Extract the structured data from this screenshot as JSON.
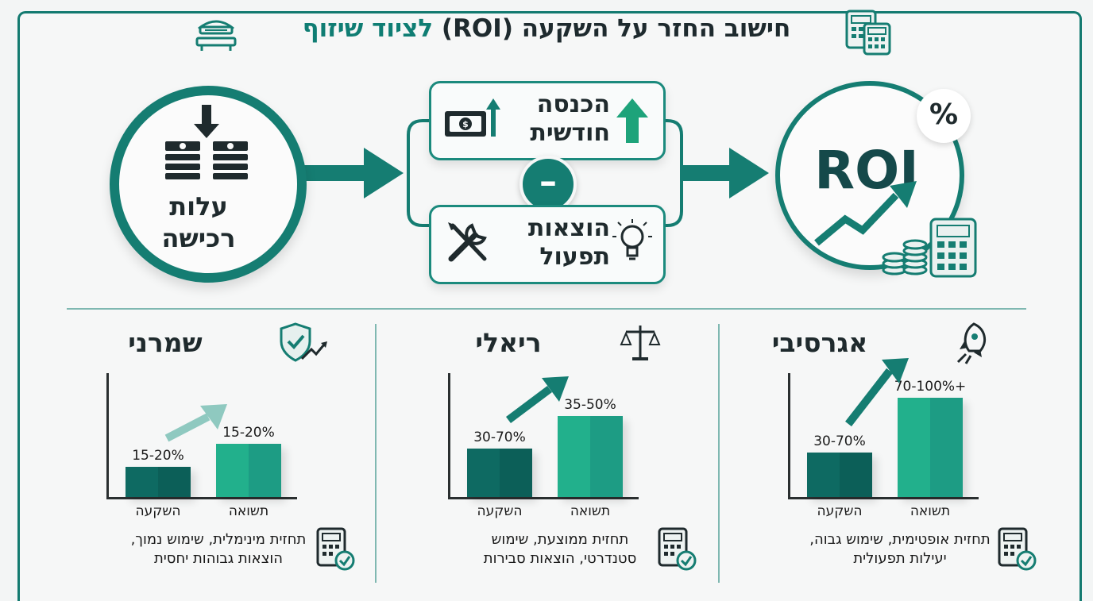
{
  "header": {
    "title_part1": "חישוב החזר על השקעה (ROI)",
    "title_part2": " לציוד שיזוף"
  },
  "flow": {
    "purchase_cost": "עלות רכישה",
    "monthly_income": "הכנסה חודשית",
    "operating_expenses": "הוצאות תפעול",
    "minus_symbol": "–",
    "roi_label": "ROI",
    "percent_symbol": "%"
  },
  "scenarios": [
    {
      "name": "אגרסיבי",
      "icon": "rocket-icon",
      "investment_label": "30-70%",
      "return_label": "70-100%+",
      "investment_cat": "השקעה",
      "return_cat": "תשואה",
      "note": "תחזית אופטימית, שימוש גבוה, יעילות תפעולית",
      "bar_heights": [
        0.35,
        0.78
      ]
    },
    {
      "name": "ריאלי",
      "icon": "scale-icon",
      "investment_label": "30-70%",
      "return_label": "35-50%",
      "investment_cat": "השקעה",
      "return_cat": "תשואה",
      "note": "תחזית ממוצעת, שימוש סטנדרטי, הוצאות סבירות",
      "bar_heights": [
        0.38,
        0.64
      ]
    },
    {
      "name": "שמרני",
      "icon": "shield-check-icon",
      "investment_label": "15-20%",
      "return_label": "15-20%",
      "investment_cat": "השקעה",
      "return_cat": "תשואה",
      "note": "תחזית מינימלית, שימוש נמוך, הוצאות גבוהות יחסית",
      "bar_heights": [
        0.24,
        0.42
      ]
    }
  ],
  "colors": {
    "teal_dark": "#157d72",
    "teal_bar_dark": "#0f6e66",
    "teal_bar_light": "#23b38c",
    "green_arrow": "#1ea37a"
  }
}
